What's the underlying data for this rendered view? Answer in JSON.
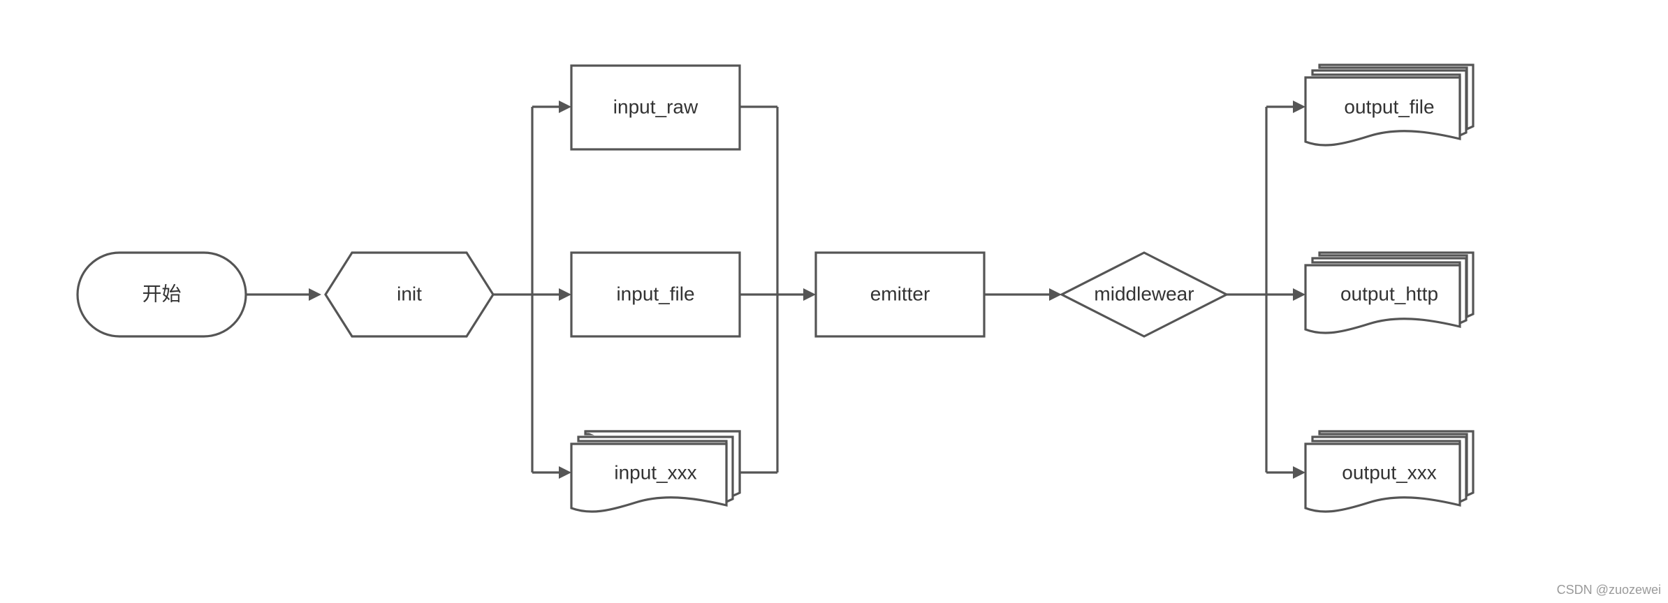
{
  "diagram": {
    "nodes": {
      "start": "开始",
      "init": "init",
      "input_raw": "input_raw",
      "input_file": "input_file",
      "input_xxx": "input_xxx",
      "emitter": "emitter",
      "middlewear": "middlewear",
      "output_file": "output_file",
      "output_http": "output_http",
      "output_xxx": "output_xxx"
    },
    "edges": [
      {
        "from": "start",
        "to": "init"
      },
      {
        "from": "init",
        "to": "input_raw"
      },
      {
        "from": "init",
        "to": "input_file"
      },
      {
        "from": "init",
        "to": "input_xxx"
      },
      {
        "from": "input_raw",
        "to": "emitter"
      },
      {
        "from": "input_file",
        "to": "emitter"
      },
      {
        "from": "input_xxx",
        "to": "emitter"
      },
      {
        "from": "emitter",
        "to": "middlewear"
      },
      {
        "from": "middlewear",
        "to": "output_file"
      },
      {
        "from": "middlewear",
        "to": "output_http"
      },
      {
        "from": "middlewear",
        "to": "output_xxx"
      }
    ]
  },
  "watermark": "CSDN @zuozewei",
  "colors": {
    "stroke": "#555555",
    "text": "#333333",
    "background": "#ffffff",
    "watermark": "#9a9a9a"
  }
}
